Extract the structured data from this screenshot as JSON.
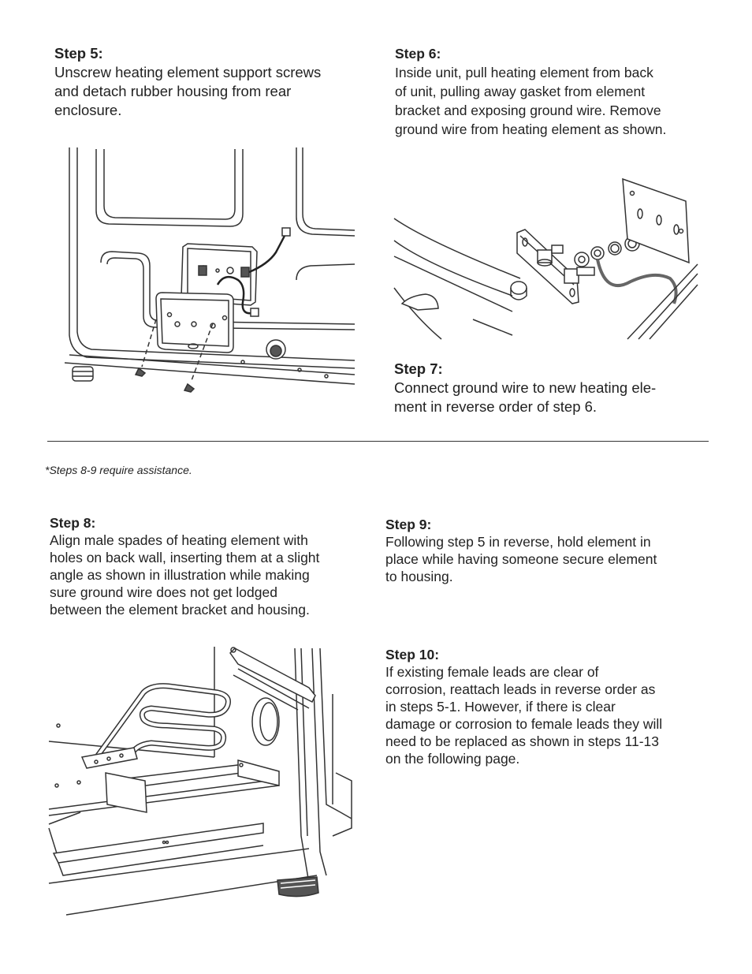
{
  "steps": {
    "step5": {
      "heading": "Step 5:",
      "text": "Unscrew heating element support screws\nand detach rubber housing from rear\nenclosure."
    },
    "step6": {
      "heading": "Step 6:",
      "text": "Inside unit, pull heating element from back\nof unit, pulling away gasket from element\nbracket and exposing ground wire. Remove\nground wire from heating element as shown."
    },
    "step7": {
      "heading": "Step 7:",
      "text": "Connect ground wire to new heating ele-\nment in reverse order of step 6."
    },
    "step8": {
      "heading": "Step 8:",
      "text": "Align male spades of heating element with\nholes on back wall, inserting them at a slight\nangle as shown in illustration while making\nsure ground wire does not get lodged\n between the element bracket and housing."
    },
    "step9": {
      "heading": "Step 9:",
      "text": "Following step 5 in reverse, hold element in\nplace while having someone secure element\nto housing."
    },
    "step10": {
      "heading": "Step 10:",
      "text": "If existing female leads are clear of\ncorrosion, reattach leads in reverse order as\nin steps 5-1. However, if there is clear\ndamage or corrosion to female leads they will\nneed to be replaced as shown in steps 11-13\non the following page."
    }
  },
  "note": "*Steps 8-9 require assistance.",
  "illustrations": {
    "rear_enclosure": {
      "icon": "rear-housing-illustration"
    },
    "ground_wire": {
      "icon": "ground-wire-illustration"
    },
    "interior": {
      "icon": "interior-element-illustration"
    }
  }
}
